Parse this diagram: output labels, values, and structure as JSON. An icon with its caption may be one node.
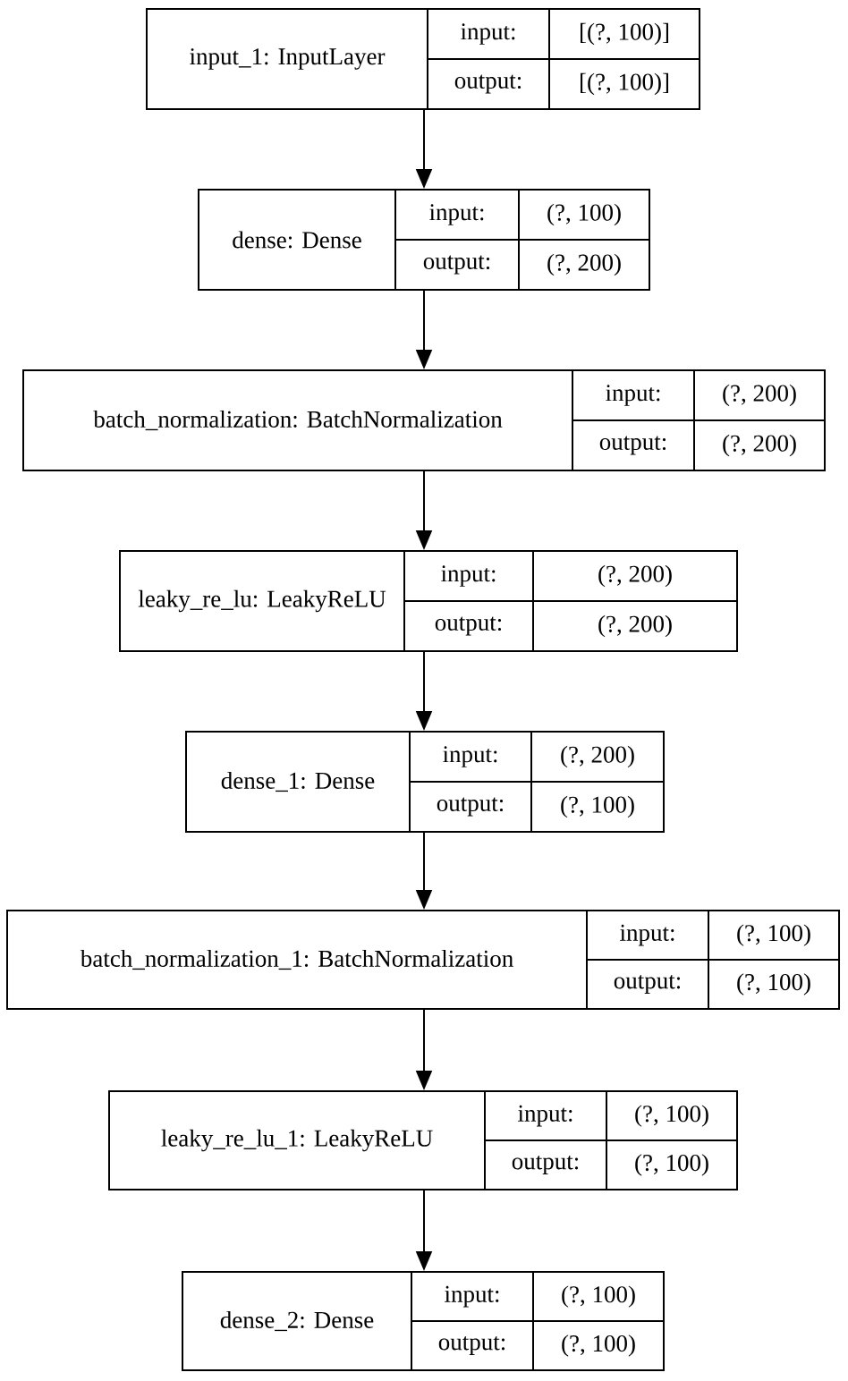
{
  "diagram": {
    "nodes": [
      {
        "text": [
          "input_1: InputLayer",
          "input:",
          "[(?, 100)]",
          "output:",
          "[(?, 100)]"
        ]
      },
      {
        "text": [
          "dense: Dense",
          "input:",
          "(?, 100)",
          "output:",
          "(?, 200)"
        ]
      },
      {
        "text": [
          "batch_normalization: BatchNormalization",
          "input:",
          "(?, 200)",
          "output:",
          "(?, 200)"
        ]
      },
      {
        "text": [
          "leaky_re_lu: LeakyReLU",
          "input:",
          "(?, 200)",
          "output:",
          "(?, 200)"
        ]
      },
      {
        "text": [
          "dense_1: Dense",
          "input:",
          "(?, 200)",
          "output:",
          "(?, 100)"
        ]
      },
      {
        "text": [
          "batch_normalization_1: BatchNormalization",
          "input:",
          "(?, 100)",
          "output:",
          "(?, 100)"
        ]
      },
      {
        "text": [
          "leaky_re_lu_1: LeakyReLU",
          "input:",
          "(?, 100)",
          "output:",
          "(?, 100)"
        ]
      },
      {
        "text": [
          "dense_2: Dense",
          "input:",
          "(?, 100)",
          "output:",
          "(?, 100)"
        ]
      }
    ],
    "edges": [
      {
        "from": 0,
        "to": 1,
        "arrow": "to"
      },
      {
        "from": 1,
        "to": 2,
        "arrow": "to"
      },
      {
        "from": 2,
        "to": 3,
        "arrow": "to"
      },
      {
        "from": 3,
        "to": 4,
        "arrow": "to"
      },
      {
        "from": 4,
        "to": 5,
        "arrow": "to"
      },
      {
        "from": 5,
        "to": 6,
        "arrow": "to"
      },
      {
        "from": 6,
        "to": 7,
        "arrow": "to"
      }
    ]
  }
}
